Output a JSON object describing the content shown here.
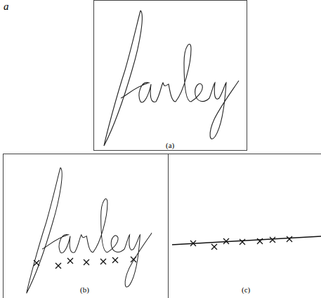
{
  "diagram": {
    "labels": [
      "a",
      "(a)",
      "(b)",
      "(c)"
    ]
  }
}
